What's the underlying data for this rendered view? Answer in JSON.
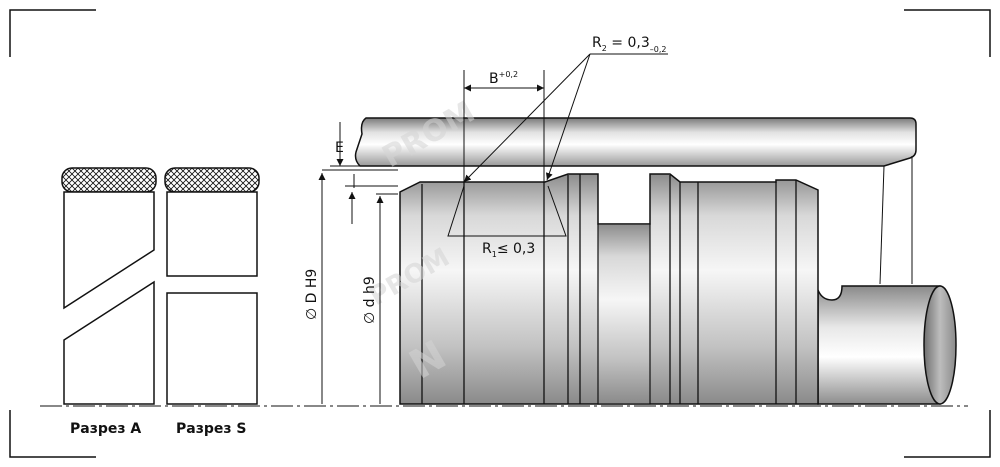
{
  "labels": {
    "section_a": "Разрез А",
    "section_s": "Разрез S",
    "e": "E",
    "b": "B",
    "b_tol": "+0,2",
    "r2": "R",
    "r2_sub": "2",
    "r2_val": " = 0,3",
    "r2_tol": "–0,2",
    "r1": "R",
    "r1_sub": "1",
    "r1_val": "≤ 0,3",
    "dD": "∅ D H9",
    "dd": "∅ d h9"
  },
  "watermark": {
    "text_1": "PROM",
    "text_2": "PROM",
    "logo": "N"
  },
  "colors": {
    "line": "#111111",
    "metal_dark": "#7a7a7a",
    "metal_light": "#f4f4f4"
  }
}
